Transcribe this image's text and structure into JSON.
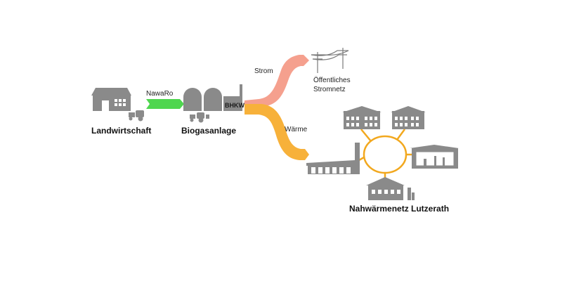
{
  "diagram": {
    "nodes": {
      "farm": {
        "label": "Landwirtschaft"
      },
      "biogas": {
        "label": "Biogasanlage",
        "chp_label": "BHKW"
      },
      "grid": {
        "label_line1": "Öffentliches",
        "label_line2": "Stromnetz"
      },
      "district_heating": {
        "label": "Nahwärmenetz Lutzerath"
      }
    },
    "flows": {
      "renewables": {
        "label": "NawaRo",
        "color": "#4fd64f"
      },
      "electricity": {
        "label": "Strom",
        "color": "#f5a08e"
      },
      "heat": {
        "label": "Wärme",
        "color": "#f7b13a"
      }
    },
    "colors": {
      "building": "#8a8a8a",
      "ring": "#f2a81e",
      "text": "#111111"
    }
  }
}
